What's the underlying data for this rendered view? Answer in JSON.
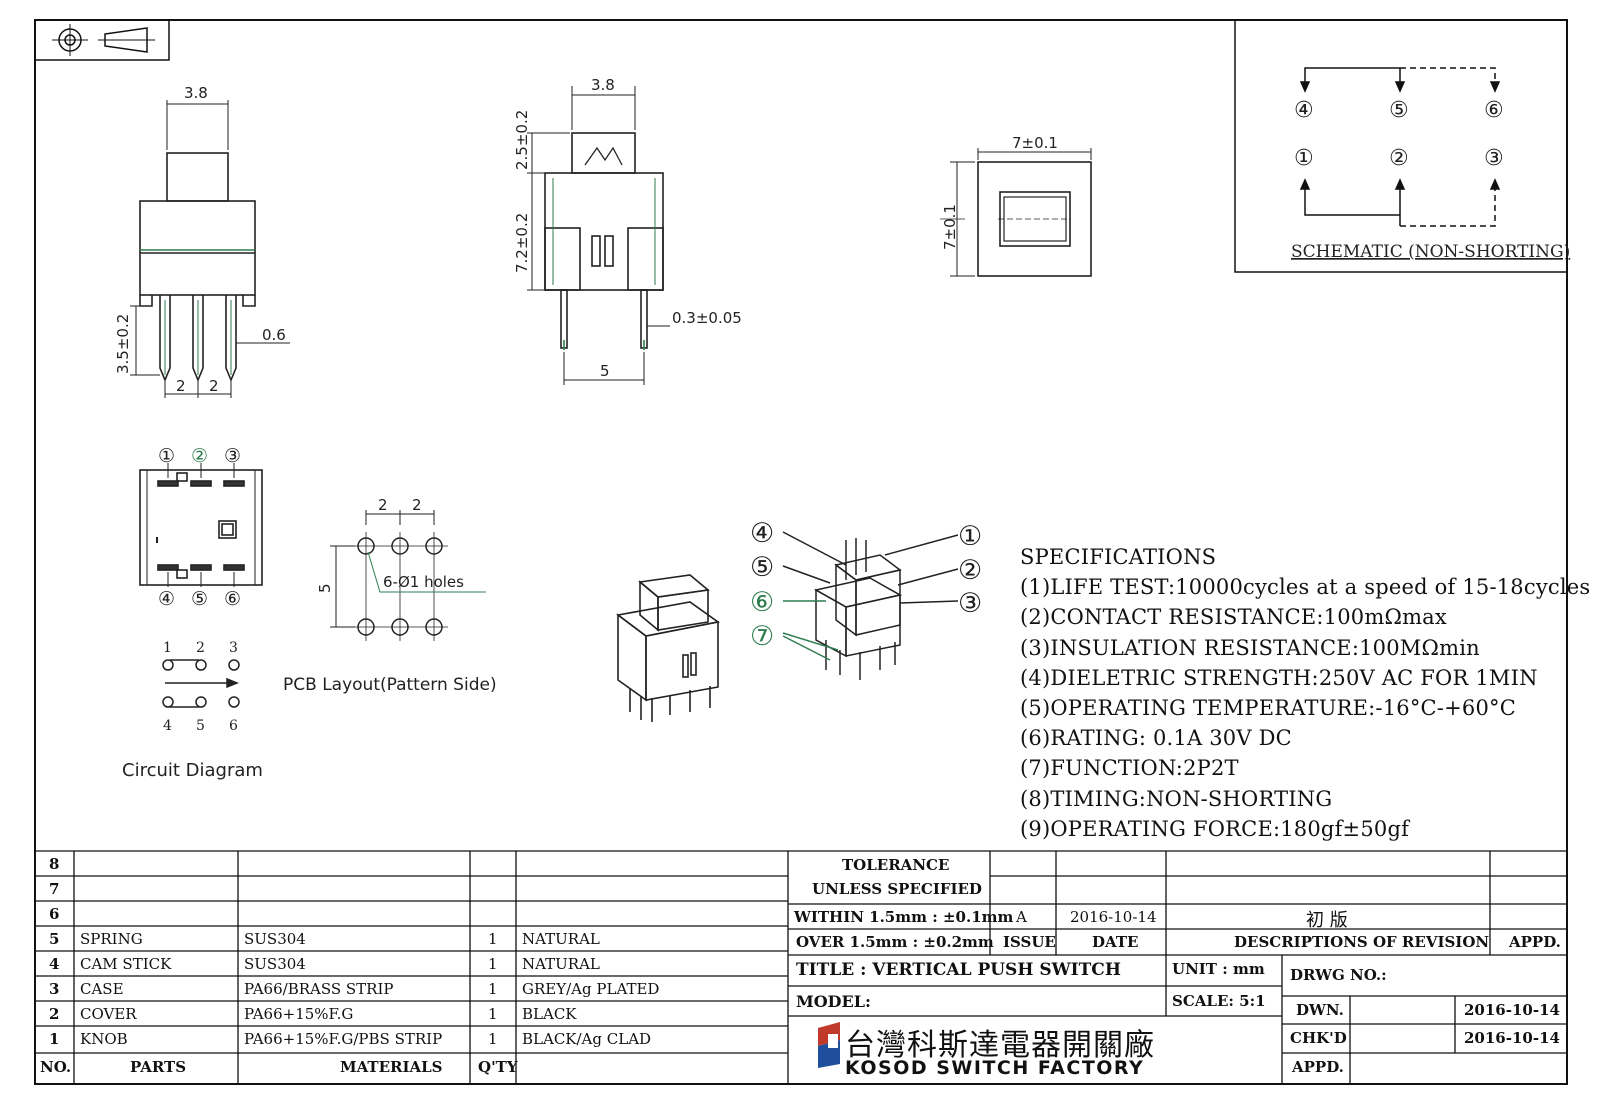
{
  "drawing": {
    "top_view_dims": {
      "width": "3.8",
      "pin_length": "3.5±0.2",
      "pin_width": "0.6",
      "pitch_a": "2",
      "pitch_b": "2"
    },
    "side_view_dims": {
      "width": "3.8",
      "stroke": "2.5±0.2",
      "body_height": "7.2±0.2",
      "pin_thickness": "0.3±0.05",
      "pin_span": "5"
    },
    "square_view_dims": {
      "width": "7±0.1",
      "height": "7±0.1"
    },
    "pin_numbers": [
      "①",
      "②",
      "③",
      "④",
      "⑤",
      "⑥",
      "⑦"
    ],
    "pcb_layout": {
      "pitch_a": "2",
      "pitch_b": "2",
      "row_spacing": "5",
      "holes": "6-Ø1  holes",
      "caption": "PCB Layout(Pattern Side)"
    },
    "circuit": {
      "top_numbers": [
        "1",
        "2",
        "3"
      ],
      "bottom_numbers": [
        "4",
        "5",
        "6"
      ],
      "caption": "Circuit Diagram"
    },
    "schematic": {
      "top_pins": [
        "④",
        "⑤",
        "⑥"
      ],
      "bottom_pins": [
        "①",
        "②",
        "③"
      ],
      "caption": "SCHEMATIC (NON-SHORTING)"
    }
  },
  "specifications": {
    "title": "SPECIFICATIONS",
    "lines": [
      "(1)LIFE TEST:10000cycles at a speed of 15-18cycles",
      "(2)CONTACT RESISTANCE:100mΩmax",
      "(3)INSULATION RESISTANCE:100MΩmin",
      "(4)DIELETRIC STRENGTH:250V AC FOR 1MIN",
      "(5)OPERATING TEMPERATURE:-16°C-+60°C",
      "(6)RATING: 0.1A 30V DC",
      "(7)FUNCTION:2P2T",
      "(8)TIMING:NON-SHORTING",
      "(9)OPERATING FORCE:180gf±50gf"
    ]
  },
  "bom": {
    "headers": {
      "no": "NO.",
      "parts": "PARTS",
      "materials": "MATERIALS",
      "qty": "Q'TY"
    },
    "rows": [
      {
        "no": "8",
        "part": "",
        "material": "",
        "qty": "",
        "finish": ""
      },
      {
        "no": "7",
        "part": "",
        "material": "",
        "qty": "",
        "finish": ""
      },
      {
        "no": "6",
        "part": "",
        "material": "",
        "qty": "",
        "finish": ""
      },
      {
        "no": "5",
        "part": "SPRING",
        "material": "SUS304",
        "qty": "1",
        "finish": "NATURAL"
      },
      {
        "no": "4",
        "part": "CAM STICK",
        "material": "SUS304",
        "qty": "1",
        "finish": "NATURAL"
      },
      {
        "no": "3",
        "part": "CASE",
        "material": "PA66/BRASS STRIP",
        "qty": "1",
        "finish": "GREY/Ag PLATED"
      },
      {
        "no": "2",
        "part": "COVER",
        "material": "PA66+15%F.G",
        "qty": "1",
        "finish": "BLACK"
      },
      {
        "no": "1",
        "part": "KNOB",
        "material": "PA66+15%F.G/PBS STRIP",
        "qty": "1",
        "finish": "BLACK/Ag CLAD"
      }
    ]
  },
  "title_block": {
    "tolerance_line1": "TOLERANCE",
    "tolerance_line2": "UNLESS  SPECIFIED",
    "within": "WITHIN 1.5mm : ±0.1mm",
    "over": "OVER 1.5mm : ±0.2mm",
    "issue_value": "A",
    "date_value": "2016-10-14",
    "revision_desc": "初  版",
    "issue_label": "ISSUE",
    "date_label": "DATE",
    "desc_label": "DESCRIPTIONS OF REVISION",
    "appd_label": "APPD.",
    "title": "TITLE :  VERTICAL PUSH SWITCH",
    "unit": "UNIT :  mm",
    "drwg_no": "DRWG NO.:",
    "model": "MODEL:",
    "scale": "SCALE:  5:1",
    "dwn_label": "DWN.",
    "dwn_date": "2016-10-14",
    "chkd_label": "CHK'D",
    "chkd_date": "2016-10-14",
    "appd2_label": "APPD.",
    "company_cn": "台灣科斯達電器開關廠",
    "company_en": "KOSOD SWITCH FACTORY"
  }
}
